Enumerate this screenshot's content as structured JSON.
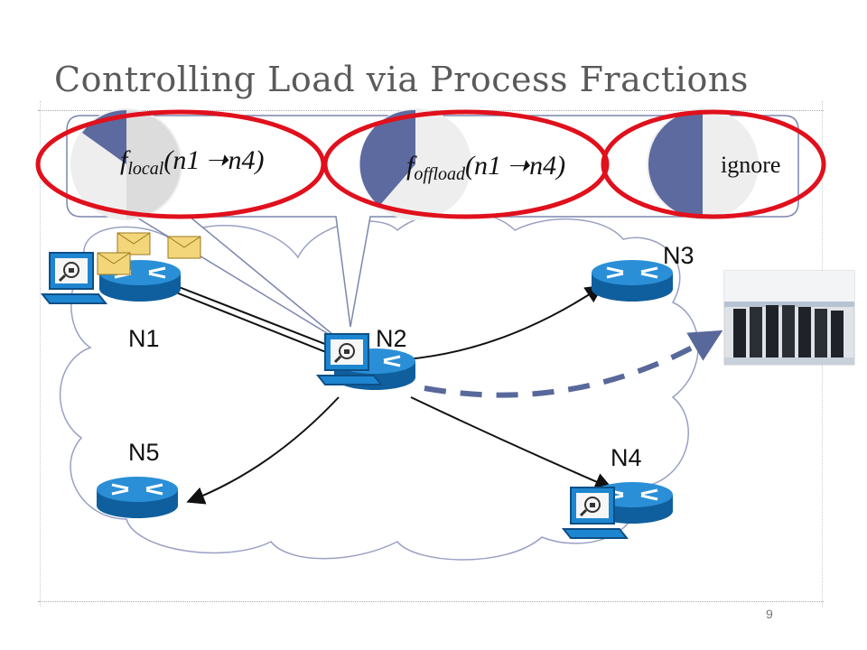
{
  "slide": {
    "title": "Controlling Load via Process Fractions",
    "page_number": "9"
  },
  "fractions": {
    "local": {
      "f": "f",
      "sub": "local",
      "args_left": "(n1",
      "args_right": "n4)"
    },
    "offload": {
      "f": "f",
      "sub": "offload",
      "args_left": "(n1",
      "args_right": "n4)"
    },
    "ignore": "ignore"
  },
  "nodes": {
    "n1": "N1",
    "n2": "N2",
    "n3": "N3",
    "n4": "N4",
    "n5": "N5"
  },
  "colors": {
    "router": "#1a78c2",
    "highlight": "#e0101c",
    "pie": "#5d6aa0",
    "offload_arrow": "#58689a"
  }
}
